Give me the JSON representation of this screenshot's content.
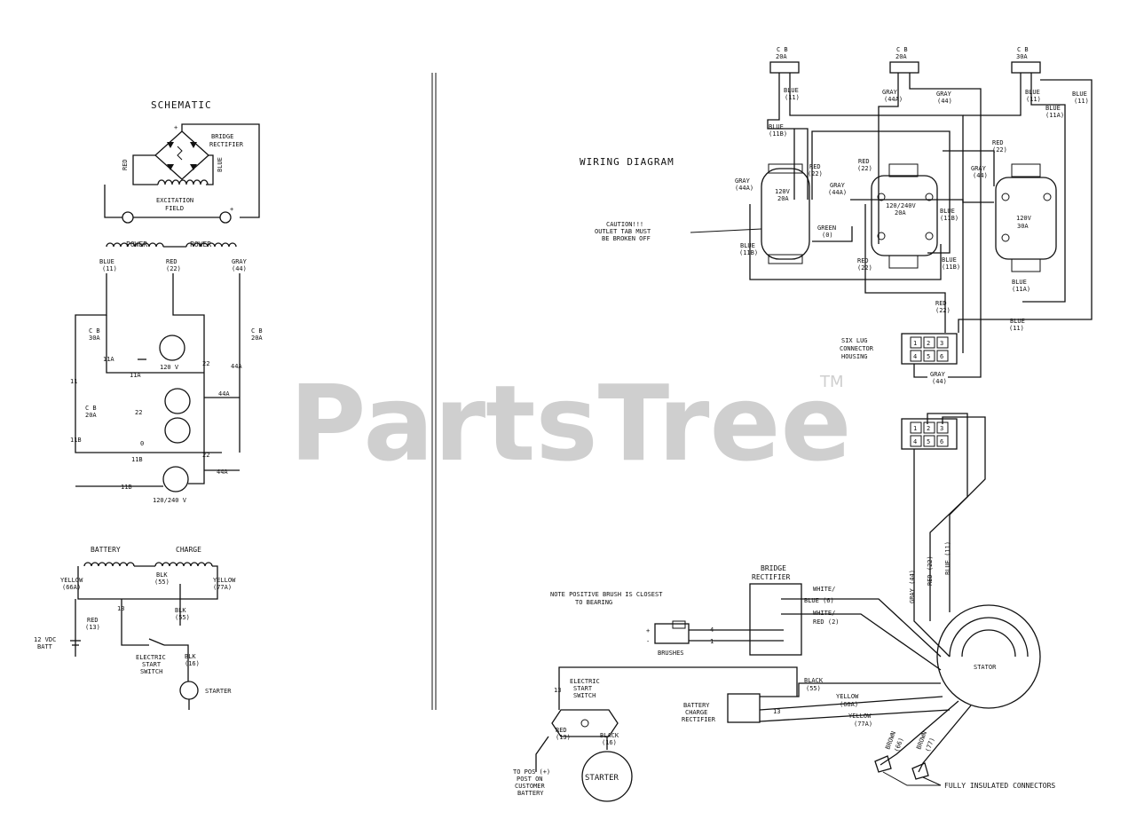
{
  "watermark": {
    "brand": "PartsTree",
    "tm": "TM"
  },
  "schematic": {
    "title": "SCHEMATIC",
    "bridge_rectifier": [
      "BRIDGE",
      "RECTIFIER"
    ],
    "red": "RED",
    "blue": "BLUE",
    "excitation_field": [
      "EXCITATION",
      "FIELD"
    ],
    "plus": "+",
    "minus": "-",
    "power1": "POWER",
    "power2": "POWER",
    "blue_11": [
      "BLUE",
      "(11)"
    ],
    "red_22": [
      "RED",
      "(22)"
    ],
    "gray_44": [
      "GRAY",
      "(44)"
    ],
    "cb30": [
      "C B",
      "30A"
    ],
    "cb20a": [
      "C B",
      "20A"
    ],
    "cb20b": [
      "C B",
      "20A"
    ],
    "w11": "11",
    "w11a": "11A",
    "w11a2": "11A",
    "w22": "22",
    "w22b": "22",
    "w22c": "22",
    "w44a": "44A",
    "w44a2": "44A",
    "w44a3": "44A",
    "w11b": "11",
    "w11b2": "11B",
    "w11b3": "11B",
    "w11b4": "11B",
    "w0": "0",
    "v120": "120 V",
    "v120240": "120/240 V",
    "battery": "BATTERY",
    "charge": "CHARGE",
    "yellow_66a": [
      "YELLOW",
      "(66A)"
    ],
    "blk_55": [
      "BLK",
      "(55)"
    ],
    "yellow_77a": [
      "YELLOW",
      "(77A)"
    ],
    "blk_55b": [
      "BLK",
      "(55)"
    ],
    "n13": "13",
    "red_13": [
      "RED",
      "(13)"
    ],
    "batt": [
      "12 VDC",
      "BATT"
    ],
    "start_switch": [
      "ELECTRIC",
      "START",
      "SWITCH"
    ],
    "blk_16": [
      "BLK",
      "(16)"
    ],
    "starter": "STARTER"
  },
  "wiring": {
    "title": "WIRING DIAGRAM",
    "cb1": [
      "C B",
      "20A"
    ],
    "cb2": [
      "C B",
      "20A"
    ],
    "cb3": [
      "C B",
      "30A"
    ],
    "blue_11_a": [
      "BLUE",
      "(11)"
    ],
    "gray_44a_top": [
      "GRAY",
      "(44A)"
    ],
    "gray_44_top": [
      "GRAY",
      "(44)"
    ],
    "blue_11_b": [
      "BLUE",
      "(11)"
    ],
    "blue_11_c": [
      "BLUE",
      "(11)"
    ],
    "blue_11a_top": [
      "BLUE",
      "(11A)"
    ],
    "blue_11b_top": [
      "BLUE",
      "(11B)"
    ],
    "gray_44a_l": [
      "GRAY",
      "(44A)"
    ],
    "red_22_l": [
      "RED",
      "(22)"
    ],
    "gray_44a_m": [
      "GRAY",
      "(44A)"
    ],
    "red_22_m": [
      "RED",
      "(22)"
    ],
    "gray_44_r": [
      "GRAY",
      "(44)"
    ],
    "red_22_r": [
      "RED",
      "(22)"
    ],
    "outlet_120_20": [
      "120V",
      "20A"
    ],
    "outlet_240_20": [
      "120/240V",
      "20A"
    ],
    "outlet_120_30": [
      "120V",
      "30A"
    ],
    "blue_11b_m": [
      "BLUE",
      "(11B)"
    ],
    "caution": [
      "CAUTION!!!",
      "OUTLET TAB MUST",
      "BE BROKEN OFF"
    ],
    "green_0": [
      "GREEN",
      "(0)"
    ],
    "blue_11b_l": [
      "BLUE",
      "(11B)"
    ],
    "red_22_b": [
      "RED",
      "(22)"
    ],
    "blue_11b_b": [
      "BLUE",
      "(11B)"
    ],
    "blue_11a_b": [
      "BLUE",
      "(11A)"
    ],
    "red_22_c": [
      "RED",
      "(22)"
    ],
    "blue_11_d": [
      "BLUE",
      "(11)"
    ],
    "six_lug": [
      "SIX LUG",
      "CONNECTOR",
      "HOUSING"
    ],
    "gray_44_c": [
      "GRAY",
      "(44)"
    ],
    "lugs": [
      "1",
      "2",
      "3",
      "4",
      "5",
      "6"
    ],
    "gray_44_v": "GRAY (44)",
    "red_22_v": "RED (22)",
    "blue_11_v": "BLUE (11)",
    "bridge": [
      "BRIDGE",
      "RECTIFIER"
    ],
    "note": [
      "NOTE POSITIVE BRUSH IS CLOSEST",
      "TO BEARING"
    ],
    "white_blue": [
      "WHITE/",
      "BLUE (6)"
    ],
    "white_red": [
      "WHITE/",
      "RED (2)"
    ],
    "plus": "+",
    "minus": "-",
    "n4": "4",
    "n1": "1",
    "brushes": "BRUSHES",
    "stator": "STATOR",
    "black_55": [
      "BLACK",
      "(55)"
    ],
    "yellow_66a": [
      "YELLOW",
      "(66A)"
    ],
    "yellow_77a": [
      "YELLOW",
      "(77A)"
    ],
    "batt_charge": [
      "BATTERY",
      "CHARGE",
      "RECTIFIER"
    ],
    "n13": "13",
    "n13b": "13",
    "start_switch": [
      "ELECTRIC",
      "START",
      "SWITCH"
    ],
    "red_13": [
      "RED",
      "(13)"
    ],
    "black_16": [
      "BLACK",
      "(16)"
    ],
    "starter": "STARTER",
    "to_pos": [
      "TO POS (+)",
      "POST ON",
      "CUSTOMER",
      "BATTERY"
    ],
    "brown_66": [
      "BROWN",
      "(66)"
    ],
    "brown_77": [
      "BROWN",
      "(77)"
    ],
    "fully_insulated": "FULLY INSULATED CONNECTORS"
  }
}
